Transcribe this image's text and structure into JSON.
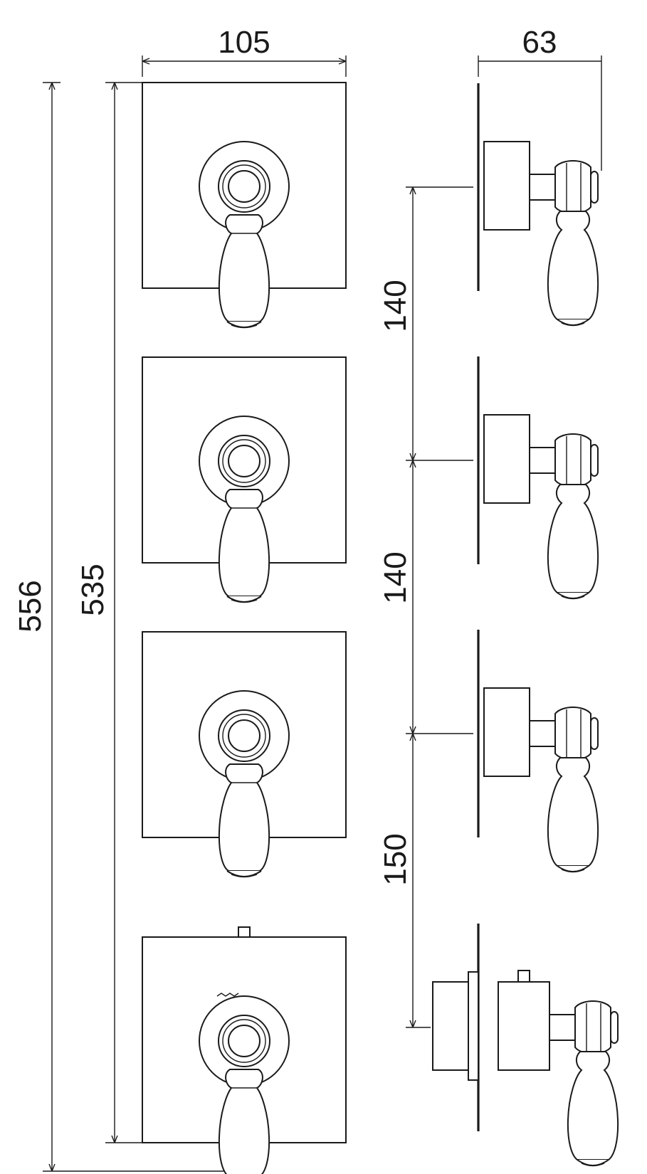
{
  "dimensions": {
    "plate_width": "105",
    "side_depth": "63",
    "overall_height": "556",
    "plate_stack_height": "535",
    "spacing_1": "140",
    "spacing_2": "140",
    "spacing_3": "150"
  },
  "colors": {
    "line": "#1a1a1a",
    "background": "#ffffff"
  }
}
